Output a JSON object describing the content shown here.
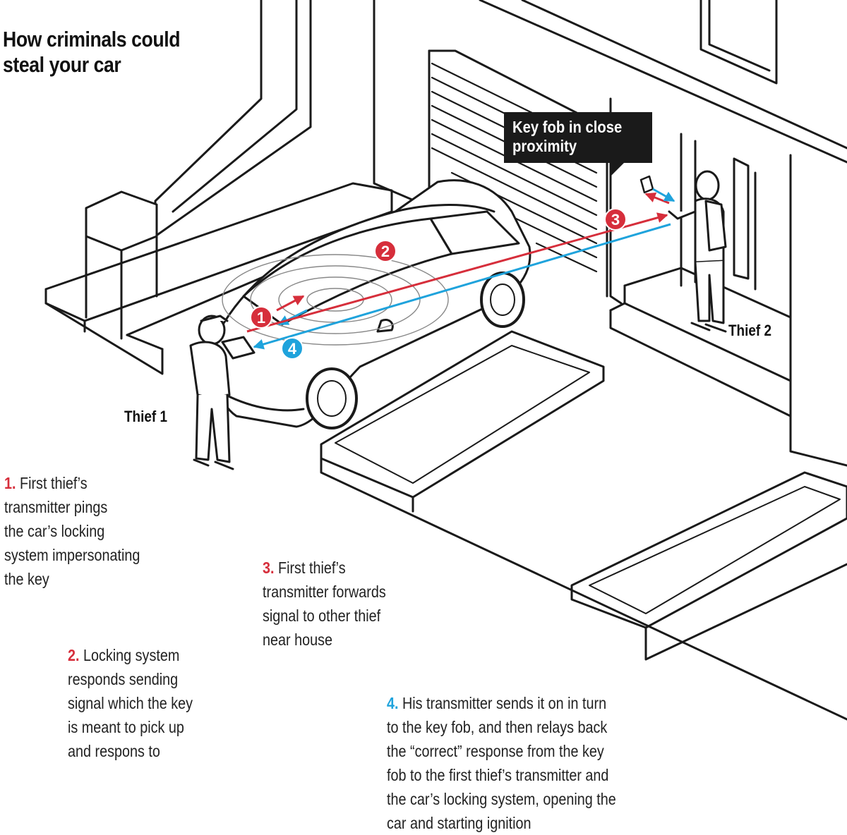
{
  "title": "How criminals could steal your car",
  "labels": {
    "thief1": "Thief 1",
    "thief2": "Thief 2",
    "callout_line1": "Key fob in close",
    "callout_line2": "proximity"
  },
  "markers": [
    {
      "number": "1",
      "color": "#d62e3b"
    },
    {
      "number": "2",
      "color": "#d62e3b"
    },
    {
      "number": "3",
      "color": "#d62e3b"
    },
    {
      "number": "4",
      "color": "#1fa3dc"
    }
  ],
  "steps": [
    {
      "number": "1.",
      "color": "#d62e3b",
      "lines": [
        "First thief’s",
        "transmitter pings",
        "the car’s locking",
        "system impersonating",
        "the key"
      ]
    },
    {
      "number": "2.",
      "color": "#d62e3b",
      "lines": [
        "Locking system",
        "responds sending",
        "signal which the key",
        "is meant to pick up",
        "and respons to"
      ]
    },
    {
      "number": "3.",
      "color": "#d62e3b",
      "lines": [
        "First thief’s",
        "transmitter forwards",
        "signal to other thief",
        "near house"
      ]
    },
    {
      "number": "4.",
      "color": "#1fa3dc",
      "lines": [
        "His transmitter sends it on in turn",
        "to the key fob, and then relays back",
        "the “correct” response from the key",
        "fob to the first thief’s transmitter and",
        "the car’s locking system, opening the",
        "car and starting ignition"
      ]
    }
  ],
  "colors": {
    "signal_red": "#d62e3b",
    "signal_blue": "#1fa3dc",
    "ink": "#1a1a1a"
  }
}
